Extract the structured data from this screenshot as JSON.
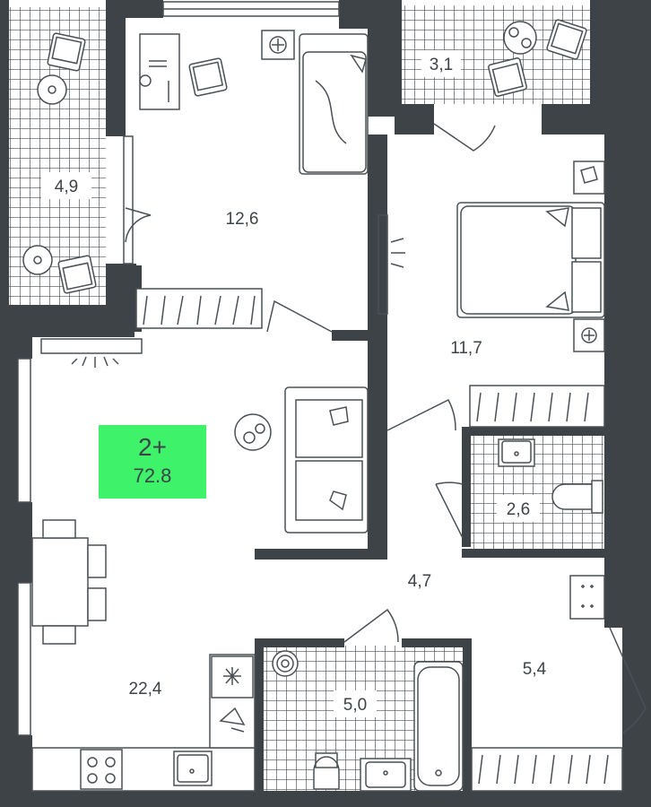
{
  "plan": {
    "badge": {
      "rooms": "2+",
      "area": "72.8",
      "color": "#3ef36a"
    },
    "colors": {
      "wall": "#3d4347",
      "line": "#4a5055",
      "tile": "#4a5055",
      "background": "#ffffff"
    },
    "rooms": [
      {
        "id": "balcony-left",
        "area": "4,9"
      },
      {
        "id": "bedroom-small",
        "area": "12,6"
      },
      {
        "id": "balcony-right",
        "area": "3,1"
      },
      {
        "id": "bedroom-large",
        "area": "11,7"
      },
      {
        "id": "living-kitchen",
        "area": "22,4"
      },
      {
        "id": "wc",
        "area": "2,6"
      },
      {
        "id": "corridor",
        "area": "4,7"
      },
      {
        "id": "bathroom",
        "area": "5,0"
      },
      {
        "id": "hall",
        "area": "5,4"
      }
    ]
  }
}
